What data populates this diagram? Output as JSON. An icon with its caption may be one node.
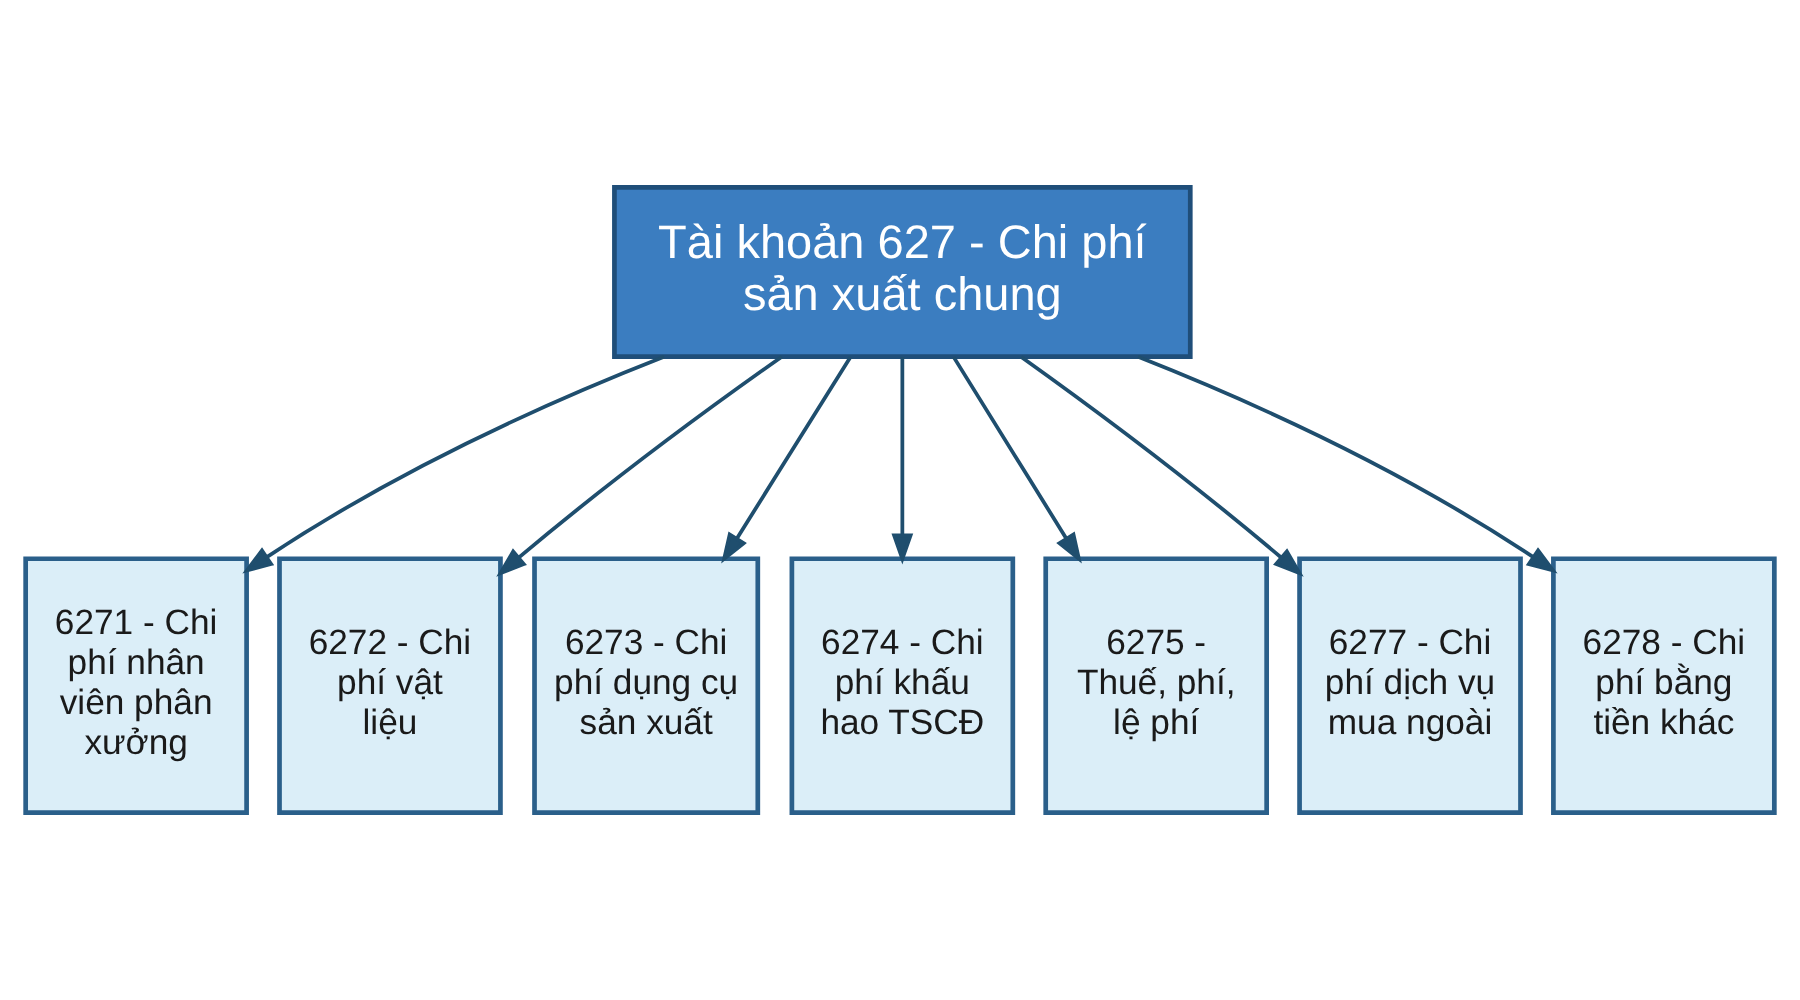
{
  "diagram": {
    "nodes": [
      {
        "text": [
          "Tài khoản 627 - Chi phí sản xuất chung"
        ]
      },
      {
        "text": [
          "6271 - Chi phí nhân viên phân xưởng"
        ]
      },
      {
        "text": [
          "6272 - Chi phí vật liệu"
        ]
      },
      {
        "text": [
          "6273 - Chi phí dụng cụ sản xuất"
        ]
      },
      {
        "text": [
          "6274 - Chi phí khấu hao TSCĐ"
        ]
      },
      {
        "text": [
          "6275 - Thuế, phí, lệ phí"
        ]
      },
      {
        "text": [
          "6277 - Chi phí dịch vụ mua ngoài"
        ]
      },
      {
        "text": [
          "6278 - Chi phí bằng tiền khác"
        ]
      }
    ],
    "edges": [
      {
        "from": 0,
        "to": 1,
        "arrow": "to"
      },
      {
        "from": 0,
        "to": 2,
        "arrow": "to"
      },
      {
        "from": 0,
        "to": 3,
        "arrow": "to"
      },
      {
        "from": 0,
        "to": 4,
        "arrow": "to"
      },
      {
        "from": 0,
        "to": 5,
        "arrow": "to"
      },
      {
        "from": 0,
        "to": 6,
        "arrow": "to"
      },
      {
        "from": 0,
        "to": 7,
        "arrow": "to"
      }
    ]
  }
}
